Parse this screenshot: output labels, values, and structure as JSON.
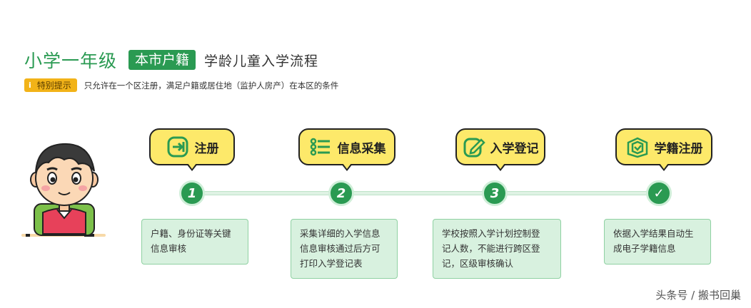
{
  "header": {
    "title": "小学一年级",
    "badge": "本市户籍",
    "subtitle": "学龄儿童入学流程"
  },
  "notice": {
    "icon": "i",
    "badge": "特别提示",
    "text": "只允许在一个区注册，满足户籍或居住地（监护人房产）在本区的条件"
  },
  "colors": {
    "primary": "#2a9a52",
    "bubble": "#fde96a",
    "card": "#d8f1df",
    "notice": "#f2b318"
  },
  "steps": [
    {
      "number": "1",
      "label": "注册",
      "icon": "enter-icon",
      "desc": [
        "户籍、身份证等关键",
        "信息审核"
      ]
    },
    {
      "number": "2",
      "label": "信息采集",
      "icon": "list-icon",
      "desc": [
        "采集详细的入学信息",
        "信息审核通过后方可",
        "打印入学登记表"
      ]
    },
    {
      "number": "3",
      "label": "入学登记",
      "icon": "edit-icon",
      "desc": [
        "学校按照入学计划控制登",
        "记人数，不能进行跨区登",
        "记，区级审核确认"
      ]
    },
    {
      "number": "✓",
      "label": "学籍注册",
      "icon": "box-icon",
      "desc": [
        "依据入学结果自动生",
        "成电子学籍信息"
      ]
    }
  ],
  "watermark": "头条号 / 搬书回巢"
}
